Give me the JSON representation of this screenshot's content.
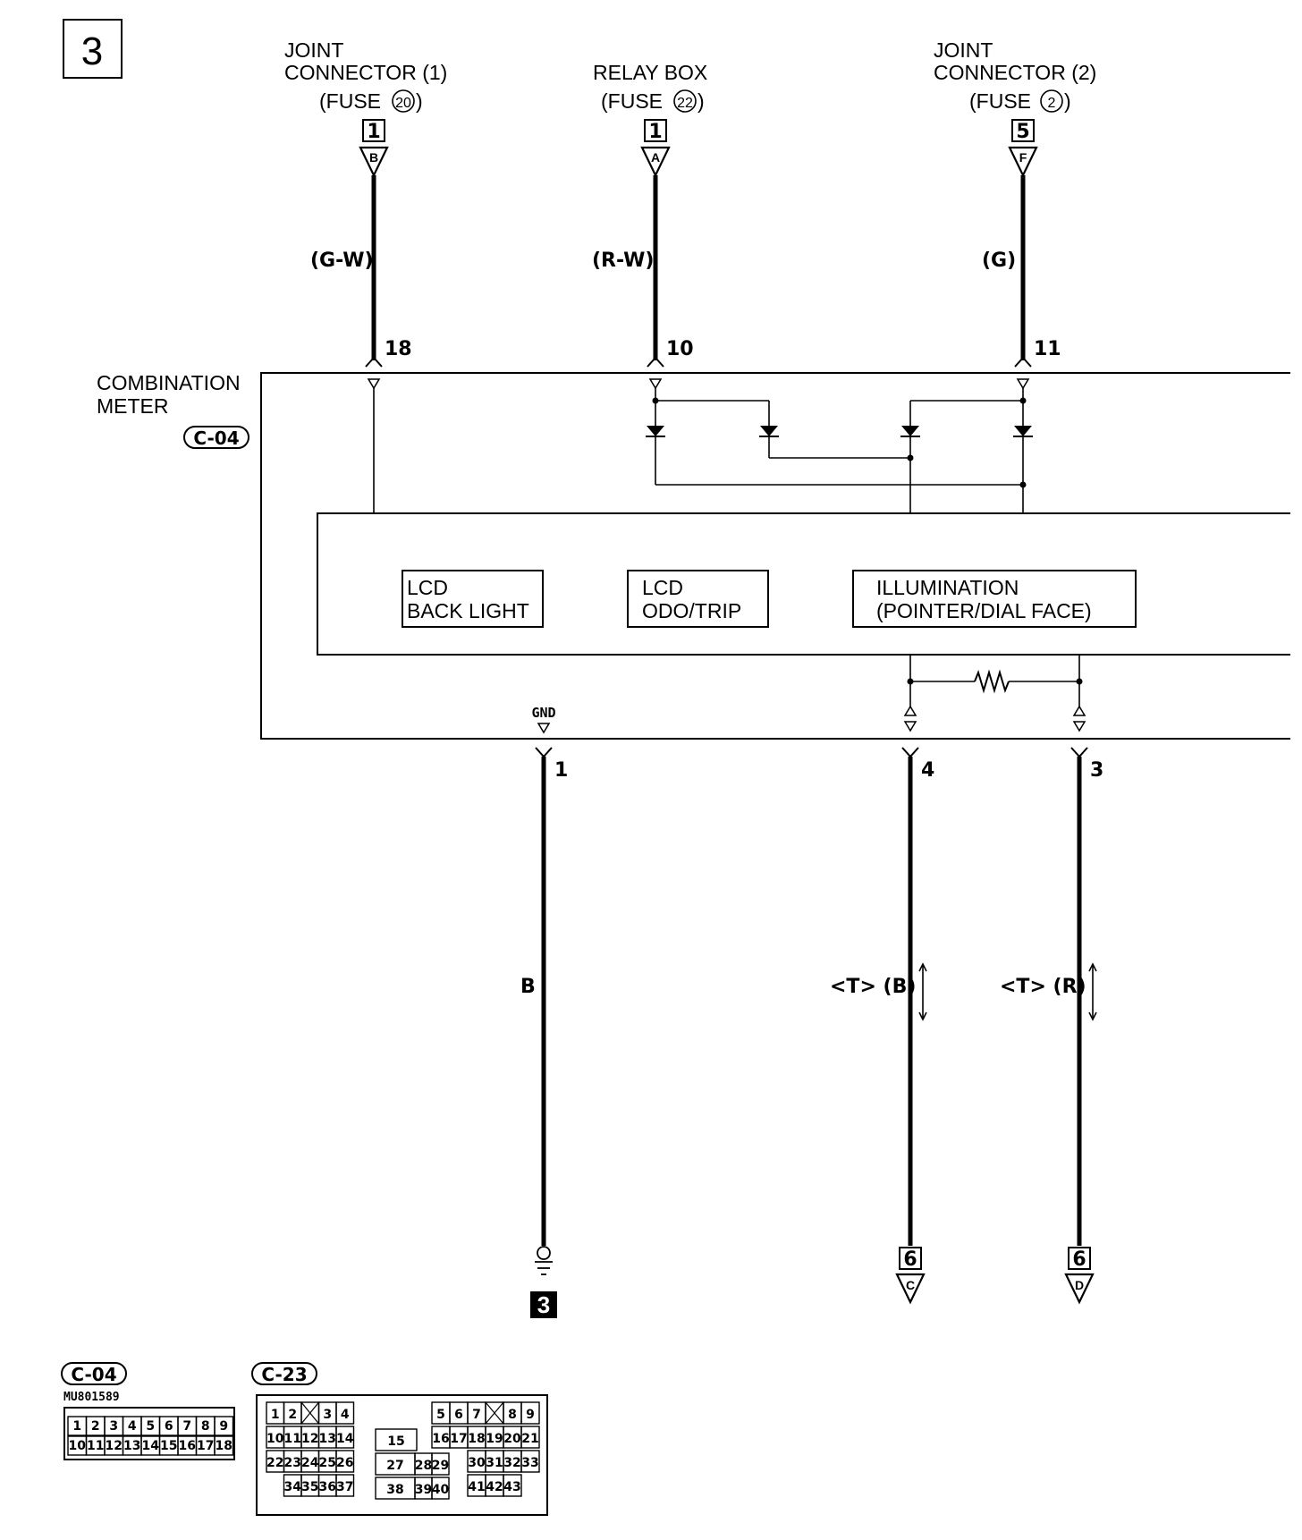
{
  "page_number": "3",
  "sources": [
    {
      "line1": "JOINT",
      "line2": "CONNECTOR (1)",
      "fuse_prefix": "(FUSE",
      "fuse_no": "20",
      "fuse_suffix": ")",
      "box_no": "1",
      "letter": "B",
      "wire": "(G-W)",
      "pin": "18"
    },
    {
      "line1": "",
      "line2": "RELAY BOX",
      "fuse_prefix": "(FUSE",
      "fuse_no": "22",
      "fuse_suffix": ")",
      "box_no": "1",
      "letter": "A",
      "wire": "(R-W)",
      "pin": "10"
    },
    {
      "line1": "JOINT",
      "line2": "CONNECTOR (2)",
      "fuse_prefix": "(FUSE",
      "fuse_no": "2",
      "fuse_suffix": ")",
      "box_no": "5",
      "letter": "F",
      "wire": "(G)",
      "pin": "11"
    }
  ],
  "meter": {
    "name_line1": "COMBINATION",
    "name_line2": "METER",
    "connector": "C-04"
  },
  "modules": [
    {
      "line1": "LCD",
      "line2": "BACK LIGHT"
    },
    {
      "line1": "LCD",
      "line2": "ODO/TRIP"
    },
    {
      "line1": "ILLUMINATION",
      "line2": "(POINTER/DIAL FACE)"
    }
  ],
  "gnd_label": "GND",
  "outputs": [
    {
      "pin": "1",
      "wire": "B",
      "end": "3"
    },
    {
      "pin": "4",
      "wire": "<T> (B)",
      "box_no": "6",
      "letter": "C"
    },
    {
      "pin": "3",
      "wire": "<T> (R)",
      "box_no": "6",
      "letter": "D"
    }
  ],
  "conn_c04": {
    "name": "C-04",
    "part": "MU801589",
    "row1": [
      "1",
      "2",
      "3",
      "4",
      "5",
      "6",
      "7",
      "8",
      "9"
    ],
    "row2": [
      "10",
      "11",
      "12",
      "13",
      "14",
      "15",
      "16",
      "17",
      "18"
    ]
  },
  "conn_c23": {
    "name": "C-23",
    "left": [
      [
        "1",
        "2",
        "",
        "3",
        "4"
      ],
      [
        "10",
        "11",
        "12",
        "13",
        "14"
      ],
      [
        "22",
        "23",
        "24",
        "25",
        "26"
      ],
      [
        "",
        "34",
        "35",
        "36",
        "37"
      ]
    ],
    "mid": [
      [
        "15"
      ],
      [
        "27",
        "28",
        "29"
      ],
      [
        "38",
        "39",
        "40"
      ]
    ],
    "right": [
      [
        "5",
        "6",
        "7",
        "",
        "8",
        "9"
      ],
      [
        "16",
        "17",
        "18",
        "19",
        "20",
        "21"
      ],
      [
        "",
        "",
        "30",
        "31",
        "32",
        "33"
      ],
      [
        "",
        "",
        "41",
        "42",
        "43"
      ]
    ]
  }
}
